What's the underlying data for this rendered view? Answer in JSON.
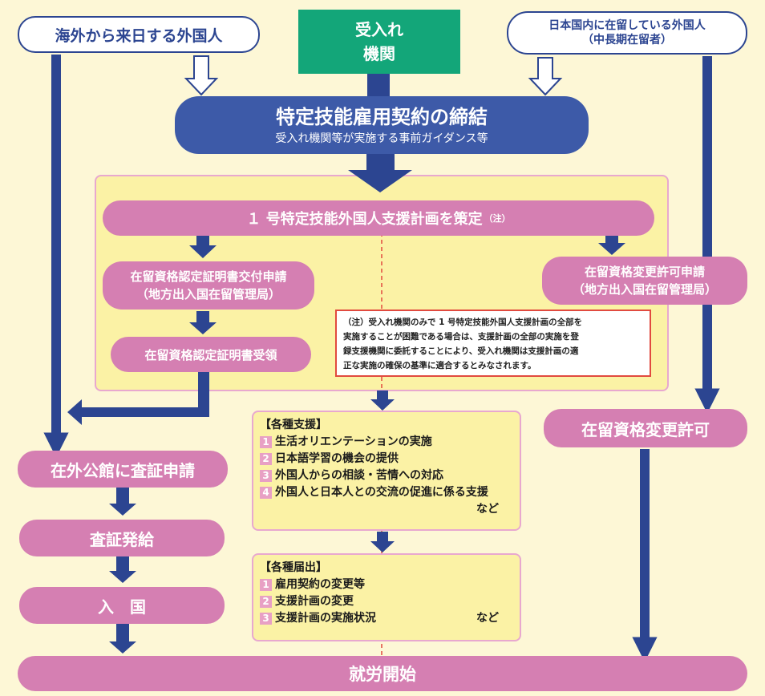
{
  "boxes": {
    "overseas": "海外から来日する外国人",
    "receiving_line1": "受入れ",
    "receiving_line2": "機関",
    "resident_line1": "日本国内に在留している外国人",
    "resident_line2": "（中長期在留者）",
    "contract_title": "特定技能雇用契約の締結",
    "contract_sub": "受入れ機関等が実施する事前ガイダンス等",
    "plan_main": "１ 号特定技能外国人支援計画を策定",
    "plan_note_mark": "（注）",
    "coe_apply_line1": "在留資格認定証明書交付申請",
    "coe_apply_line2": "（地方出入国在留管理局）",
    "coe_receive": "在留資格認定証明書受領",
    "change_apply_line1": "在留資格変更許可申請",
    "change_apply_line2": "（地方出入国在留管理局）",
    "change_permit": "在留資格変更許可",
    "visa_apply": "在外公館に査証申請",
    "visa_issue": "査証発給",
    "entry": "入　国",
    "work_start": "就労開始"
  },
  "note": {
    "line1": "（注）受入れ機関のみで 1 号特定技能外国人支援計画の全部を",
    "line2": "実施することが困難である場合は、支援計画の全部の実施を登",
    "line3": "録支援機関に委託することにより、受入れ機関は支援計画の適",
    "line4": "正な実施の確保の基準に適合するとみなされます。"
  },
  "support": {
    "heading": "【各種支援】",
    "items": [
      {
        "num": "1",
        "text": "生活オリエンテーションの実施"
      },
      {
        "num": "2",
        "text": "日本語学習の機会の提供"
      },
      {
        "num": "3",
        "text": "外国人からの相談・苦情への対応"
      },
      {
        "num": "4",
        "text": "外国人と日本人との交流の促進に係る支援"
      }
    ],
    "etc": "など"
  },
  "notifications": {
    "heading": "【各種届出】",
    "items": [
      {
        "num": "1",
        "text": "雇用契約の変更等"
      },
      {
        "num": "2",
        "text": "支援計画の変更"
      },
      {
        "num": "3",
        "text": "支援計画の実施状況"
      }
    ],
    "etc": "など"
  },
  "colors": {
    "navy": "#2c4591",
    "contract_blue": "#3d5aa8",
    "pink": "#d57fb2",
    "green": "#13a679",
    "panel_yellow": "#fbf2a5",
    "background": "#fdf7d6",
    "note_red": "#e14a3f"
  }
}
